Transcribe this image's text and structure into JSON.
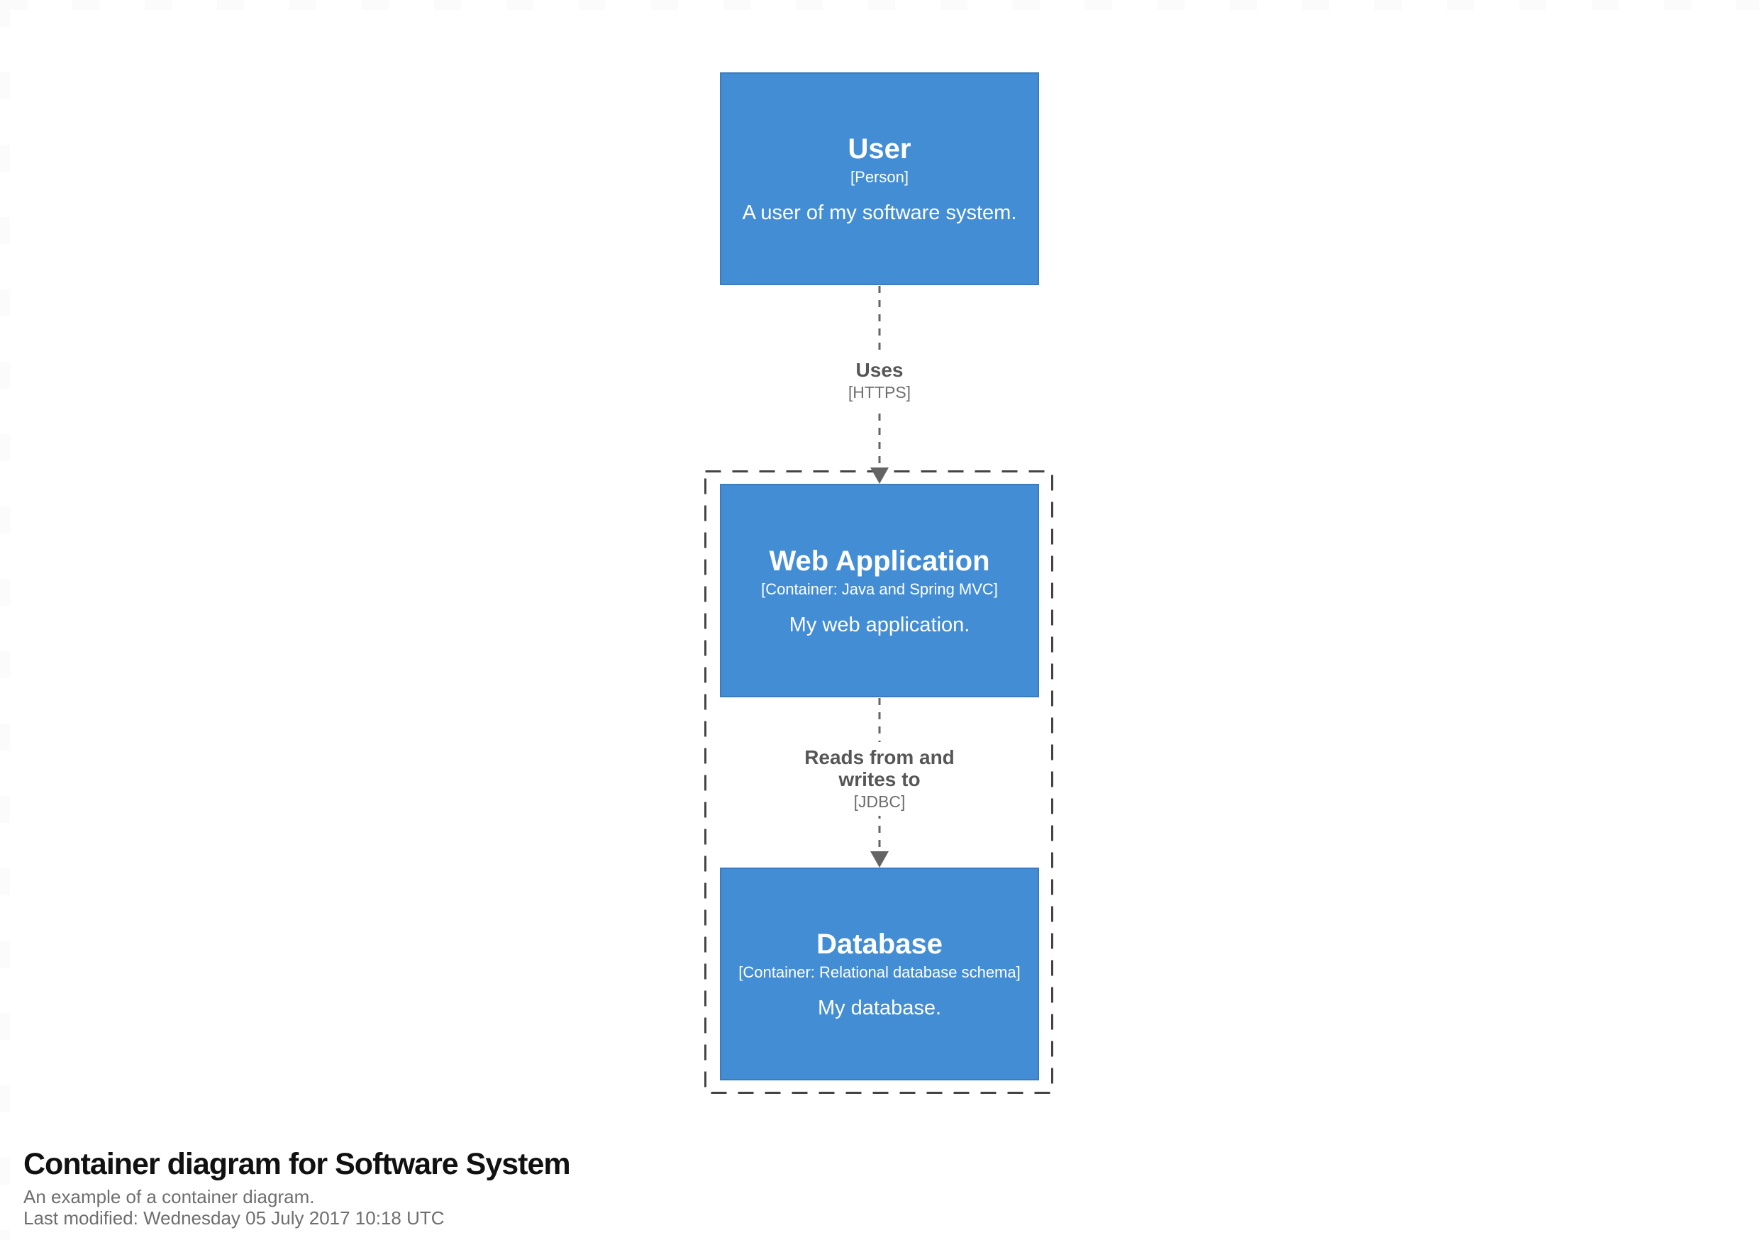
{
  "diagram": {
    "elements": [
      {
        "name": "User",
        "meta": "[Person]",
        "description": "A user of my software system."
      },
      {
        "name": "Web Application",
        "meta": "[Container: Java and Spring MVC]",
        "description": "My web application."
      },
      {
        "name": "Database",
        "meta": "[Container: Relational database schema]",
        "description": "My database."
      }
    ],
    "relationships": [
      {
        "label": "Uses",
        "technology": "[HTTPS]"
      },
      {
        "label": "Reads from and writes to",
        "technology": "[JDBC]"
      }
    ],
    "colors": {
      "element_fill": "#438dd5",
      "element_border": "#3a7cbe",
      "element_text": "#ffffff",
      "relationship": "#646464",
      "relationship_label": "#565656",
      "relationship_technology": "#6e6e6e",
      "boundary": "#444444"
    }
  },
  "footer": {
    "title": "Container diagram for Software System",
    "subtitle": "An example of a container diagram.",
    "last_modified": "Last modified: Wednesday 05 July 2017 10:18 UTC"
  }
}
